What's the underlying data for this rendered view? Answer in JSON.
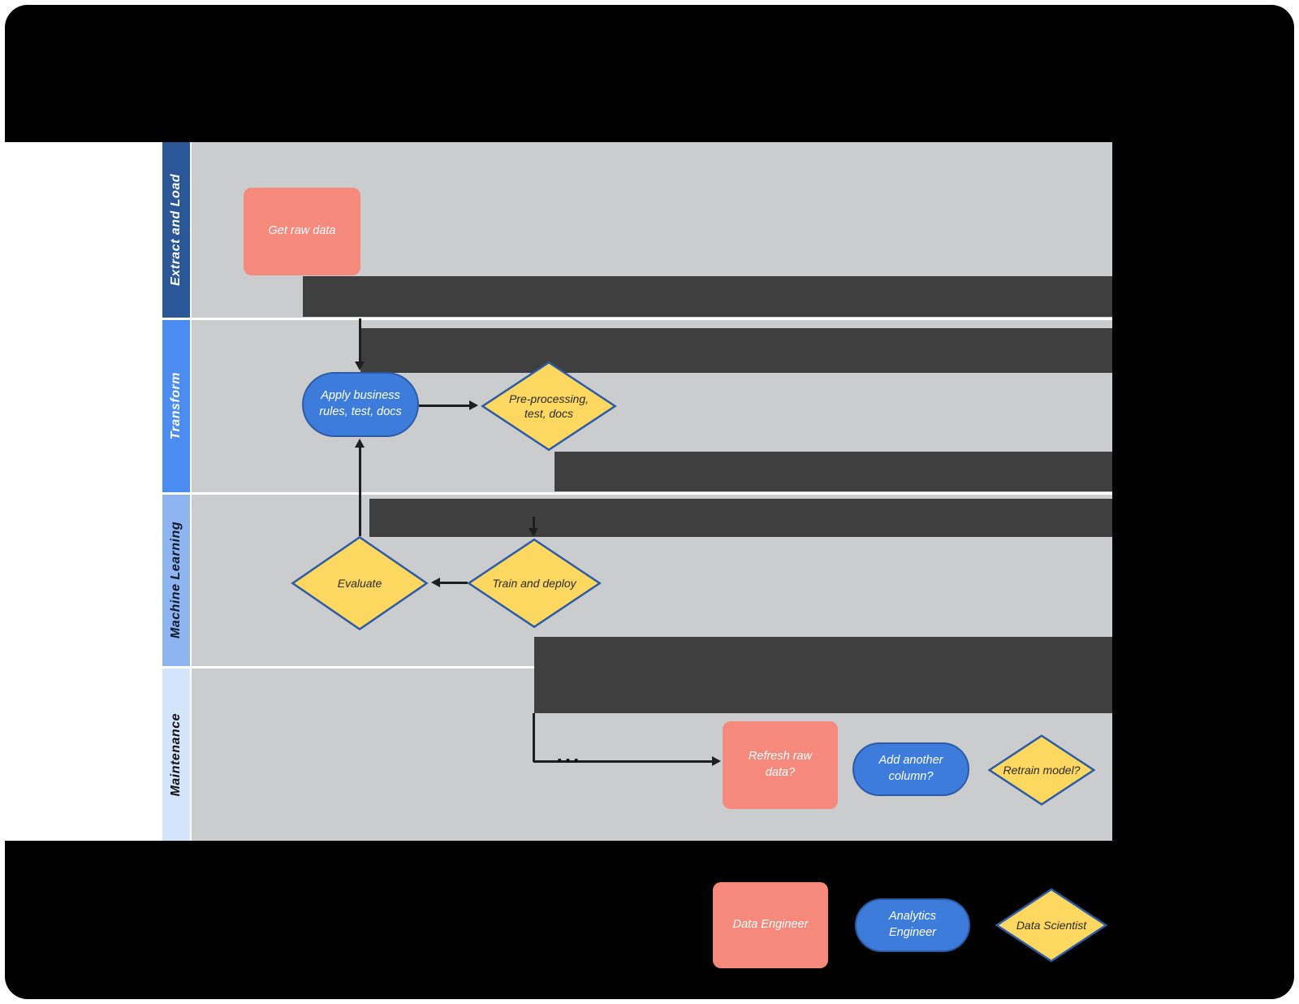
{
  "diagram": {
    "lanes": [
      {
        "label": "Extract and Load"
      },
      {
        "label": "Transform"
      },
      {
        "label": "Machine Learning"
      },
      {
        "label": "Maintenance"
      }
    ],
    "nodes": {
      "get_raw_data": {
        "label": "Get raw data",
        "type": "process"
      },
      "apply_business_rules": {
        "label": "Apply business rules, test, docs",
        "type": "terminator"
      },
      "pre_processing": {
        "label": "Pre-processing, test, docs",
        "type": "decision"
      },
      "evaluate": {
        "label": "Evaluate",
        "type": "decision"
      },
      "train_and_deploy": {
        "label": "Train and deploy",
        "type": "decision"
      },
      "refresh_raw_data": {
        "label": "Refresh raw data?",
        "type": "process"
      },
      "add_another_column": {
        "label": "Add another column?",
        "type": "terminator"
      },
      "retrain_model": {
        "label": "Retrain model?",
        "type": "decision"
      }
    },
    "connector_ellipsis": "...",
    "legend": {
      "data_engineer": {
        "label": "Data Engineer"
      },
      "analytics_engineer": {
        "label": "Analytics Engineer"
      },
      "data_scientist": {
        "label": "Data Scientist"
      }
    },
    "colors": {
      "process_fill": "#f4897c",
      "terminator_fill": "#3e7cdb",
      "decision_fill": "#fcd860",
      "decision_border": "#2c5ba6",
      "lane_header_1": "#2b5697",
      "lane_header_2": "#4c8bf2",
      "lane_header_3": "#8fb4f2",
      "lane_header_4": "#d4e4fb",
      "canvas": "#cbcccd",
      "band": "#3f3f3f",
      "background": "#000000"
    }
  }
}
